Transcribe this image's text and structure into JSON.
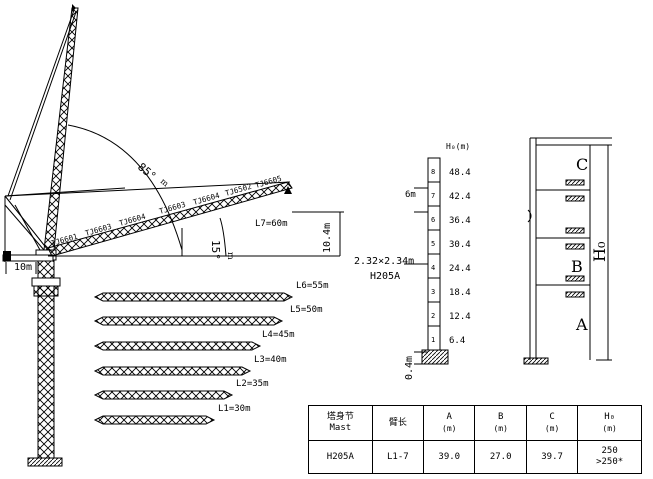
{
  "crane": {
    "luff_angle": "85°",
    "min_angle": "15°",
    "jib_sections": [
      "TJ6601",
      "TJ6603",
      "TJ6604",
      "TJ6603",
      "TJ6604",
      "TJ6502",
      "TJ6605"
    ],
    "jib_length_label": "L7=60m",
    "jib_height_label": "10.4m",
    "counter_jib_label": "10m"
  },
  "jib_options": [
    {
      "label": "L6=55m"
    },
    {
      "label": "L5=50m"
    },
    {
      "label": "L4=45m"
    },
    {
      "label": "L3=40m"
    },
    {
      "label": "L2=35m"
    },
    {
      "label": "L1=30m"
    }
  ],
  "mast_chart": {
    "header": "H₀(m)",
    "section_label": "2.32×2.34m",
    "mast_type": "H205A",
    "top_section_label": "6m",
    "base_label": "0.4m",
    "sections": [
      {
        "num": "8",
        "height": "48.4"
      },
      {
        "num": "7",
        "height": "42.4"
      },
      {
        "num": "6",
        "height": "36.4"
      },
      {
        "num": "5",
        "height": "30.4"
      },
      {
        "num": "4",
        "height": "24.4"
      },
      {
        "num": "3",
        "height": "18.4"
      },
      {
        "num": "2",
        "height": "12.4"
      },
      {
        "num": "1",
        "height": "6.4"
      }
    ]
  },
  "tie_diagram": {
    "label_a": "A",
    "label_b": "B",
    "label_c": "C",
    "label_h": "H₀"
  },
  "table": {
    "headers": [
      {
        "cn": "塔身节",
        "en": "Mast"
      },
      {
        "cn": "臂长",
        "en": ""
      },
      {
        "cn": "A",
        "en": "(m)"
      },
      {
        "cn": "B",
        "en": "(m)"
      },
      {
        "cn": "C",
        "en": "(m)"
      },
      {
        "cn": "H₀",
        "en": "(m)"
      }
    ],
    "row": [
      "H205A",
      "L1-7",
      "39.0",
      "27.0",
      "39.7",
      "250",
      ">250*"
    ]
  }
}
